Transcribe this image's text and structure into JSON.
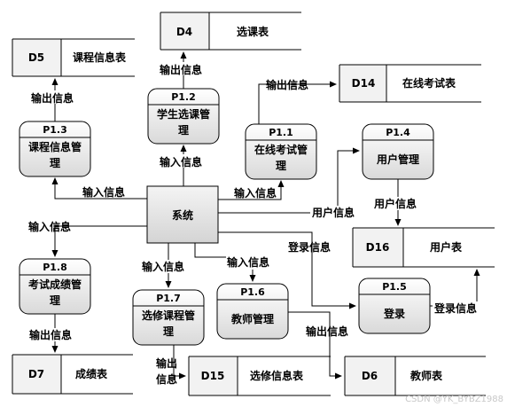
{
  "stores": {
    "d5": {
      "id": "D5",
      "name": "课程信息表"
    },
    "d4": {
      "id": "D4",
      "name": "选课表"
    },
    "d14": {
      "id": "D14",
      "name": "在线考试表"
    },
    "d16": {
      "id": "D16",
      "name": "用户表"
    },
    "d7": {
      "id": "D7",
      "name": "成绩表"
    },
    "d15": {
      "id": "D15",
      "name": "选修信息表"
    },
    "d6": {
      "id": "D6",
      "name": "教师表"
    }
  },
  "processes": {
    "p13": {
      "id": "P1.3",
      "name1": "课程信息管",
      "name2": "理"
    },
    "p12": {
      "id": "P1.2",
      "name1": "学生选课管",
      "name2": "理"
    },
    "p11": {
      "id": "P1.1",
      "name1": "在线考试管",
      "name2": "理"
    },
    "p14": {
      "id": "P1.4",
      "name1": "用户管理"
    },
    "p18": {
      "id": "P1.8",
      "name1": "考试成绩管",
      "name2": "理"
    },
    "p17": {
      "id": "P1.7",
      "name1": "选修课程管",
      "name2": "理"
    },
    "p16": {
      "id": "P1.6",
      "name1": "教师管理"
    },
    "p15": {
      "id": "P1.5",
      "name1": "登录"
    }
  },
  "system": {
    "label": "系统"
  },
  "flows": {
    "out_d5": "输出信息",
    "out_d4": "输出信息",
    "out_d14": "输出信息",
    "in_p13": "输入信息",
    "in_p12": "输入信息",
    "in_p11": "输入信息",
    "user_info_sys": "用户信息",
    "user_info_d16": "用户信息",
    "in_p18": "输入信息",
    "login_info": "登录信息",
    "in_p17": "输入信息",
    "in_p16": "输入信息",
    "login_out": "登录信息",
    "out_d7": "输出信息",
    "out_d6": "输出信息",
    "out_d15_1": "输出",
    "out_d15_2": "信息"
  },
  "watermark": "CSDN @YK_BYBZ1988"
}
